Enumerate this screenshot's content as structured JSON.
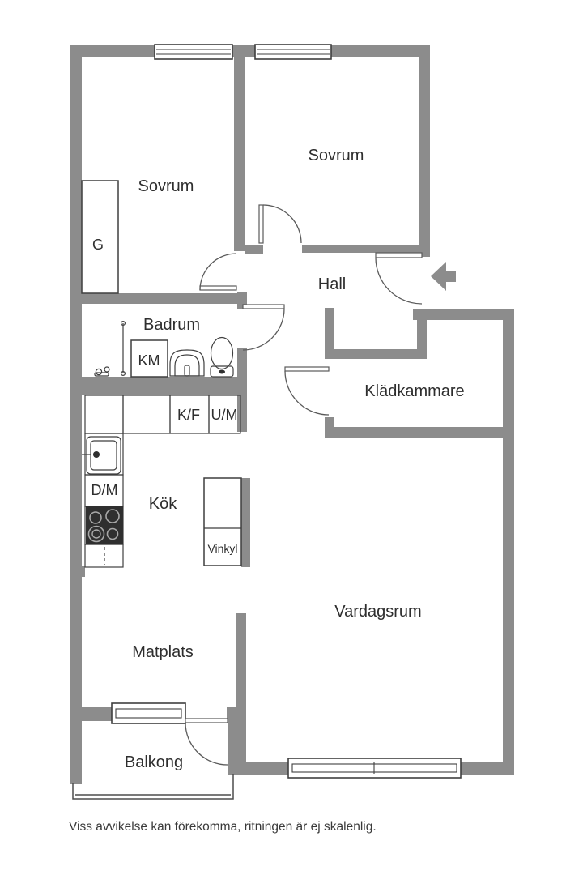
{
  "plan": {
    "rooms": {
      "sovrum1": "Sovrum",
      "sovrum2": "Sovrum",
      "hall": "Hall",
      "badrum": "Badrum",
      "kladkammare": "Klädkammare",
      "kok": "Kök",
      "vardagsrum": "Vardagsrum",
      "matplats": "Matplats",
      "balkong": "Balkong"
    },
    "fixtures": {
      "garderob": "G",
      "tvattmaskin": "KM",
      "kyl_frys": "K/F",
      "ugn_micro": "U/M",
      "diskmaskin": "D/M",
      "vinkyl": "Vinkyl"
    },
    "icons": {
      "entrance_arrow": "arrow-left-entrance"
    }
  },
  "footer": {
    "disclaimer": "Viss avvikelse kan förekomma, ritningen är ej skalenlig."
  },
  "colors": {
    "wall": "#8c8c8c",
    "text": "#2e2e2e",
    "line": "#3f3f3f",
    "bg": "#ffffff"
  }
}
